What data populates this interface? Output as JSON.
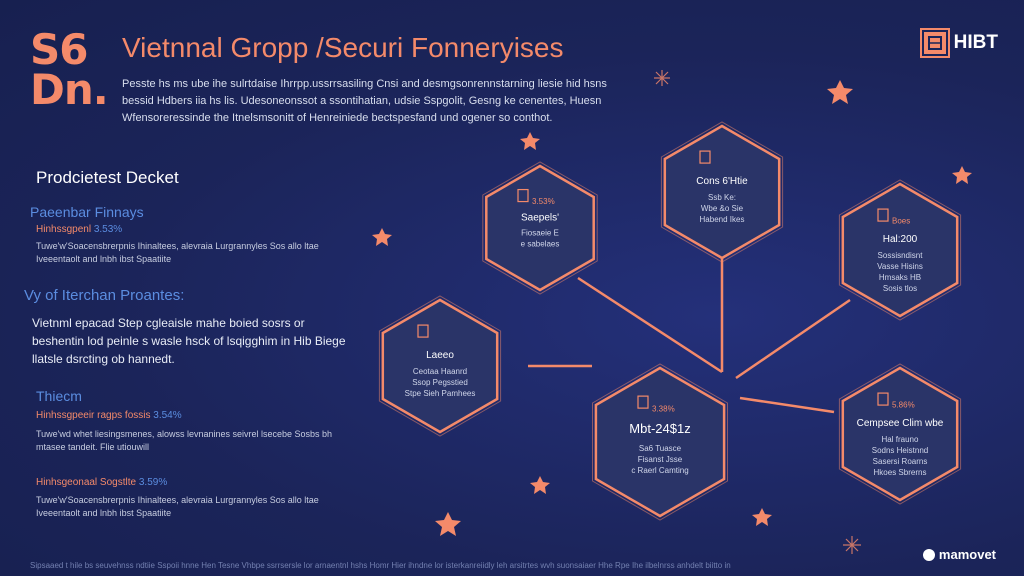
{
  "header": {
    "big_number_line1": "S6",
    "big_number_line2": "Dn.",
    "title": "Vietnnal Gropp /Securi Fonneryises",
    "intro": "Pesste hs ms ube ihe sulrtdaise Ihrrpp.ussrrsasiling Cnsi and desmgsonrennstarning liesie hid hsns bessid Hdbers iia hs lis. Udesoneonssot a ssontihatian, udsie Sspgolit, Gesng ke cenentes, Huesn Wfensoreressinde the Itnelsmsonitt of Henreiniede bectspesfand und ogener so conthot."
  },
  "brand": {
    "name": "HIBT",
    "logo_icon": "cube-icon"
  },
  "left": {
    "section_heading": "Prodcietest Decket",
    "block1": {
      "subheading": "Paeenbar Finnays",
      "line": "Hinhssgpenl ",
      "pct": "3.53%",
      "text": "Tuwe'w'Soacensbrerpnis Ihinaltees, alevraia Lurgrannyles Sos allo ltae Iveeentaolt and lnbh ibst Spaatiite"
    },
    "mid_heading": "Vy of Iterchan Proantes:",
    "mid_text": "Vietnml epacad Step cgleaisle mahe boied sosrs or beshentin lod peinle s wasle hsck of lsqigghim in Hib Biege llatsle dsrcting ob hannedt.",
    "block2": {
      "subheading": "Thiecm",
      "line": "Hinhssgpeeir ragps fossis ",
      "pct": "3.54%",
      "text": "Tuwe'wd whet liesingsmenes, alowss levnanines seivrel lsecebe Sosbs bh mtasee tandeit. Flie utiouwill"
    },
    "block3": {
      "line": "Hinhsgeonaal Sogstlte ",
      "pct": "3.59%",
      "text": "Tuwe'w'Soacensbrerpnis Ihinaltees, alevraia Lurgrannyles Sos allo ltae Iveeentaolt and lnbh ibst Spaatiite"
    }
  },
  "nodes": [
    {
      "title": "Cons 6'Htie",
      "lines": [
        "Ssb Ke:",
        "Wbe &o Sie",
        "Habend Ikes"
      ],
      "icon": "shield-icon"
    },
    {
      "title": "Saepels'",
      "lines": [
        "Fiosaeie E",
        "e sabelaes"
      ],
      "icon": "chart-icon",
      "top_label": "3.53%"
    },
    {
      "title": "Hal:200",
      "lines": [
        "Sossisndisnt",
        "Vasse Hisins",
        "Hmsaks HB",
        "Sosis tlos"
      ],
      "icon": "document-icon",
      "top_label": "Boes"
    },
    {
      "title": "Laeeo",
      "lines": [
        "Ceotaa Haanrd",
        "Ssop Pegsstied",
        "Stpe Sieh Pamhees"
      ],
      "icon": "clipboard-icon"
    },
    {
      "title": "Mbt-24$1z",
      "lines": [
        "Sa6 Tuasce",
        "Fisanst Jsse",
        "c Raerl Camting"
      ],
      "icon": "chart-icon",
      "top_label": "3.38%"
    },
    {
      "title": "Cempsee Clim wbe",
      "lines": [
        "Hal frauno",
        "Sodns Heistnnd",
        "Sasersi Roarns",
        "Hkoes Sbrerns"
      ],
      "icon": "document-icon",
      "top_label": "5.86%"
    }
  ],
  "footer": {
    "text": "Sipsaaed t hile bs seuvehnss ndtiie Sspoii hnne Hen Tesne Vhbpe ssrrsersle lor arnaentnl hshs Homr Hier ihndne lor isterkanreiidly leh arsitrtes wvh suonsaiaer Hhe Rpe Ihe ilbelnrss anhdelt biitto in",
    "brand": "mamovet"
  },
  "colors": {
    "background": "#1b2459",
    "accent": "#f48a6a",
    "blue": "#5b8de0",
    "node_fill": "#2a3468"
  }
}
